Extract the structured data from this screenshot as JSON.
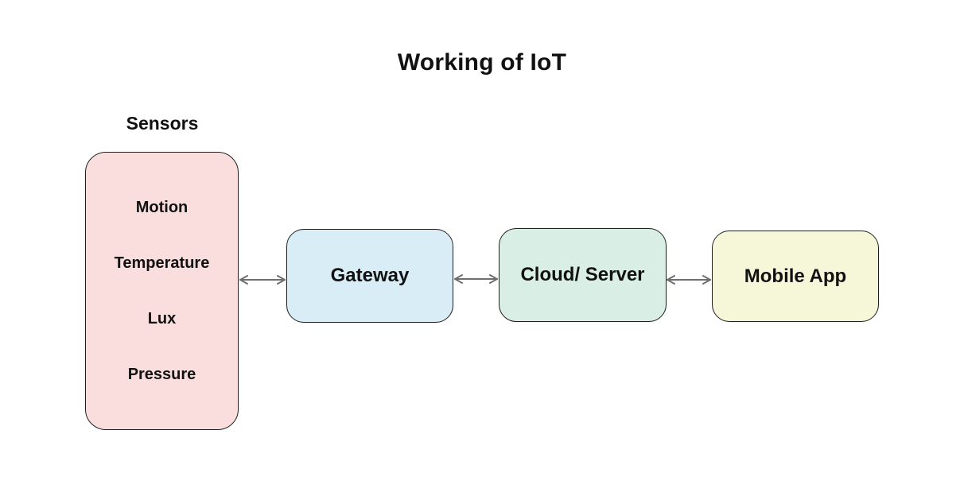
{
  "title": "Working of IoT",
  "sensors": {
    "label": "Sensors",
    "items": [
      "Motion",
      "Temperature",
      "Lux",
      "Pressure"
    ],
    "fill": "#fadddd"
  },
  "nodes": {
    "gateway": {
      "label": "Gateway",
      "fill": "#d9edf6"
    },
    "cloud_server": {
      "label": "Cloud/ Server",
      "fill": "#d9eee4"
    },
    "mobile_app": {
      "label": "Mobile App",
      "fill": "#f6f6d9"
    }
  },
  "connections": [
    {
      "from": "Sensors",
      "to": "Gateway",
      "direction": "bidirectional"
    },
    {
      "from": "Gateway",
      "to": "Cloud/ Server",
      "direction": "bidirectional"
    },
    {
      "from": "Cloud/ Server",
      "to": "Mobile App",
      "direction": "bidirectional"
    }
  ],
  "colors": {
    "arrow": "#6f6f6f",
    "border": "#1f1f1f",
    "background": "#ffffff",
    "text": "#111111"
  }
}
